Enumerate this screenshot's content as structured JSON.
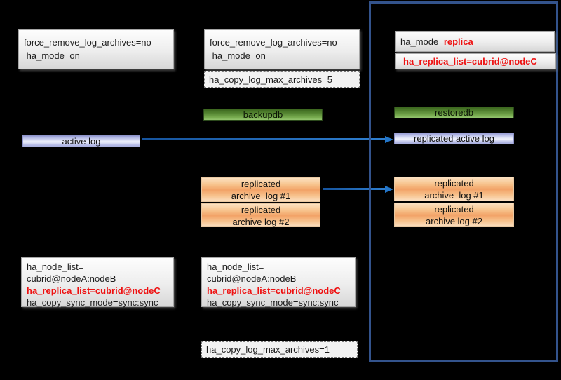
{
  "diagram": {
    "title_hint": "CUBRID HA log replication diagram",
    "colors": {
      "background": "#000000",
      "red_text": "#ee1111",
      "replica_frame_border": "#33538c",
      "arrow_blue": "#2376ca",
      "green_button": "#4f7f2d",
      "orange_box": "#f2a267",
      "lavender_bar": "#c7ccee",
      "gray_box": "#ededed"
    },
    "master": {
      "config": "force_remove_log_archives=no\n ha_mode=on",
      "active_log": "active log",
      "settings": [
        "ha_node_list=",
        "cubrid@nodeA:nodeB",
        "ha_replica_list=cubrid@nodeC",
        "ha_copy_sync_mode=sync:sync"
      ]
    },
    "slave": {
      "config": "force_remove_log_archives=no\n ha_mode=on",
      "copy_log_max_top": "ha_copy_log_max_archives=5",
      "backupdb_label": "backupdb",
      "archive_log_1": "replicated\narchive  log #1",
      "archive_log_2": "replicated\narchive log #2",
      "settings": [
        "ha_node_list=",
        "cubrid@nodeA:nodeB",
        "ha_replica_list=cubrid@nodeC",
        "ha_copy_sync_mode=sync:sync"
      ],
      "copy_log_max_bottom": "ha_copy_log_max_archives=1"
    },
    "replica": {
      "ha_mode_prefix": "ha_mode=",
      "ha_mode_value": "replica",
      "replica_list": "ha_replica_list=cubrid@nodeC",
      "restoredb_label": "restoredb",
      "replicated_active_log": "replicated active log",
      "archive_log_1": "replicated\narchive  log #1",
      "archive_log_2": "replicated\narchive log #2"
    }
  }
}
